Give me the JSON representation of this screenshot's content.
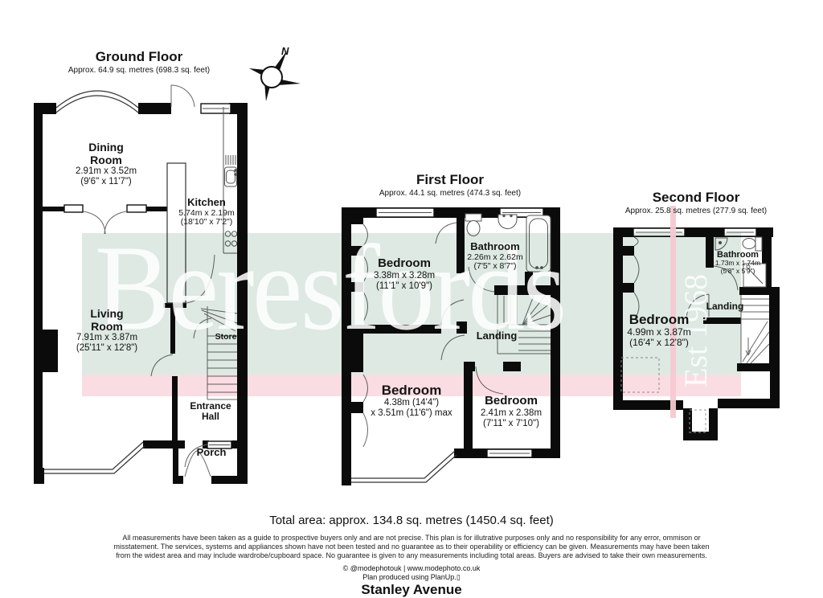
{
  "floors": {
    "ground": {
      "title": "Ground Floor",
      "subtitle": "Approx. 64.9 sq. metres (698.3 sq. feet)",
      "rooms": {
        "dining": {
          "name": "Dining Room",
          "metric": "2.91m x 3.52m",
          "imperial": "(9'6\" x 11'7\")"
        },
        "kitchen": {
          "name": "Kitchen",
          "metric": "5.74m x 2.19m",
          "imperial": "(18'10\" x 7'2\")"
        },
        "living": {
          "name": "Living Room",
          "metric": "7.91m x 3.87m",
          "imperial": "(25'11\" x 12'8\")"
        },
        "store": {
          "name": "Store"
        },
        "entrance": {
          "name": "Entrance Hall"
        },
        "porch": {
          "name": "Porch"
        }
      }
    },
    "first": {
      "title": "First Floor",
      "subtitle": "Approx. 44.1 sq. metres (474.3 sq. feet)",
      "rooms": {
        "bedroom1": {
          "name": "Bedroom",
          "metric": "3.38m x 3.28m",
          "imperial": "(11'1\" x 10'9\")"
        },
        "bathroom": {
          "name": "Bathroom",
          "metric": "2.26m x 2.62m",
          "imperial": "(7'5\" x 8'7\")"
        },
        "landing": {
          "name": "Landing"
        },
        "bedroom2": {
          "name": "Bedroom",
          "metric": "4.38m (14'4\")",
          "imperial": "x 3.51m (11'6\") max"
        },
        "bedroom3": {
          "name": "Bedroom",
          "metric": "2.41m x 2.38m",
          "imperial": "(7'11\" x 7'10\")"
        }
      }
    },
    "second": {
      "title": "Second Floor",
      "subtitle": "Approx. 25.8 sq. metres (277.9 sq. feet)",
      "rooms": {
        "bathroom": {
          "name": "Bathroom",
          "metric": "1.73m x 1.74m",
          "imperial": "(5'8\" x 5'9\")"
        },
        "landing": {
          "name": "Landing"
        },
        "bedroom": {
          "name": "Bedroom",
          "metric": "4.99m x 3.87m",
          "imperial": "(16'4\" x 12'8\")"
        }
      }
    }
  },
  "compass": {
    "north_label": "N"
  },
  "watermark": {
    "brand": "Beresfords",
    "established": "Est 1968",
    "colors": {
      "band_green": "#dde9e2",
      "band_pink": "#fadde2",
      "stripe_pink": "#f5c9d2"
    }
  },
  "footer": {
    "total_area": "Total area: approx. 134.8 sq. metres (1450.4 sq. feet)",
    "disclaimer": [
      "All measurements have been taken as a guide to prospective buyers only and are not precise. This plan is for illutrative purposes only and no responsibility for any error, ommison or",
      "misstatement. The services, systems and appliances shown have not been tested and no guarantee as to their operability or efficiency can be given. Measurements may have been taken",
      "from the widest area and may include wardrobe/cupboard space. No guarantee is given to any measurements including total areas. Buyers are advised to take their own measurements."
    ],
    "credit": "© @modephotouk | www.modephoto.co.uk",
    "produced_with": "Plan produced using PlanUp.▯",
    "address": "Stanley Avenue"
  }
}
